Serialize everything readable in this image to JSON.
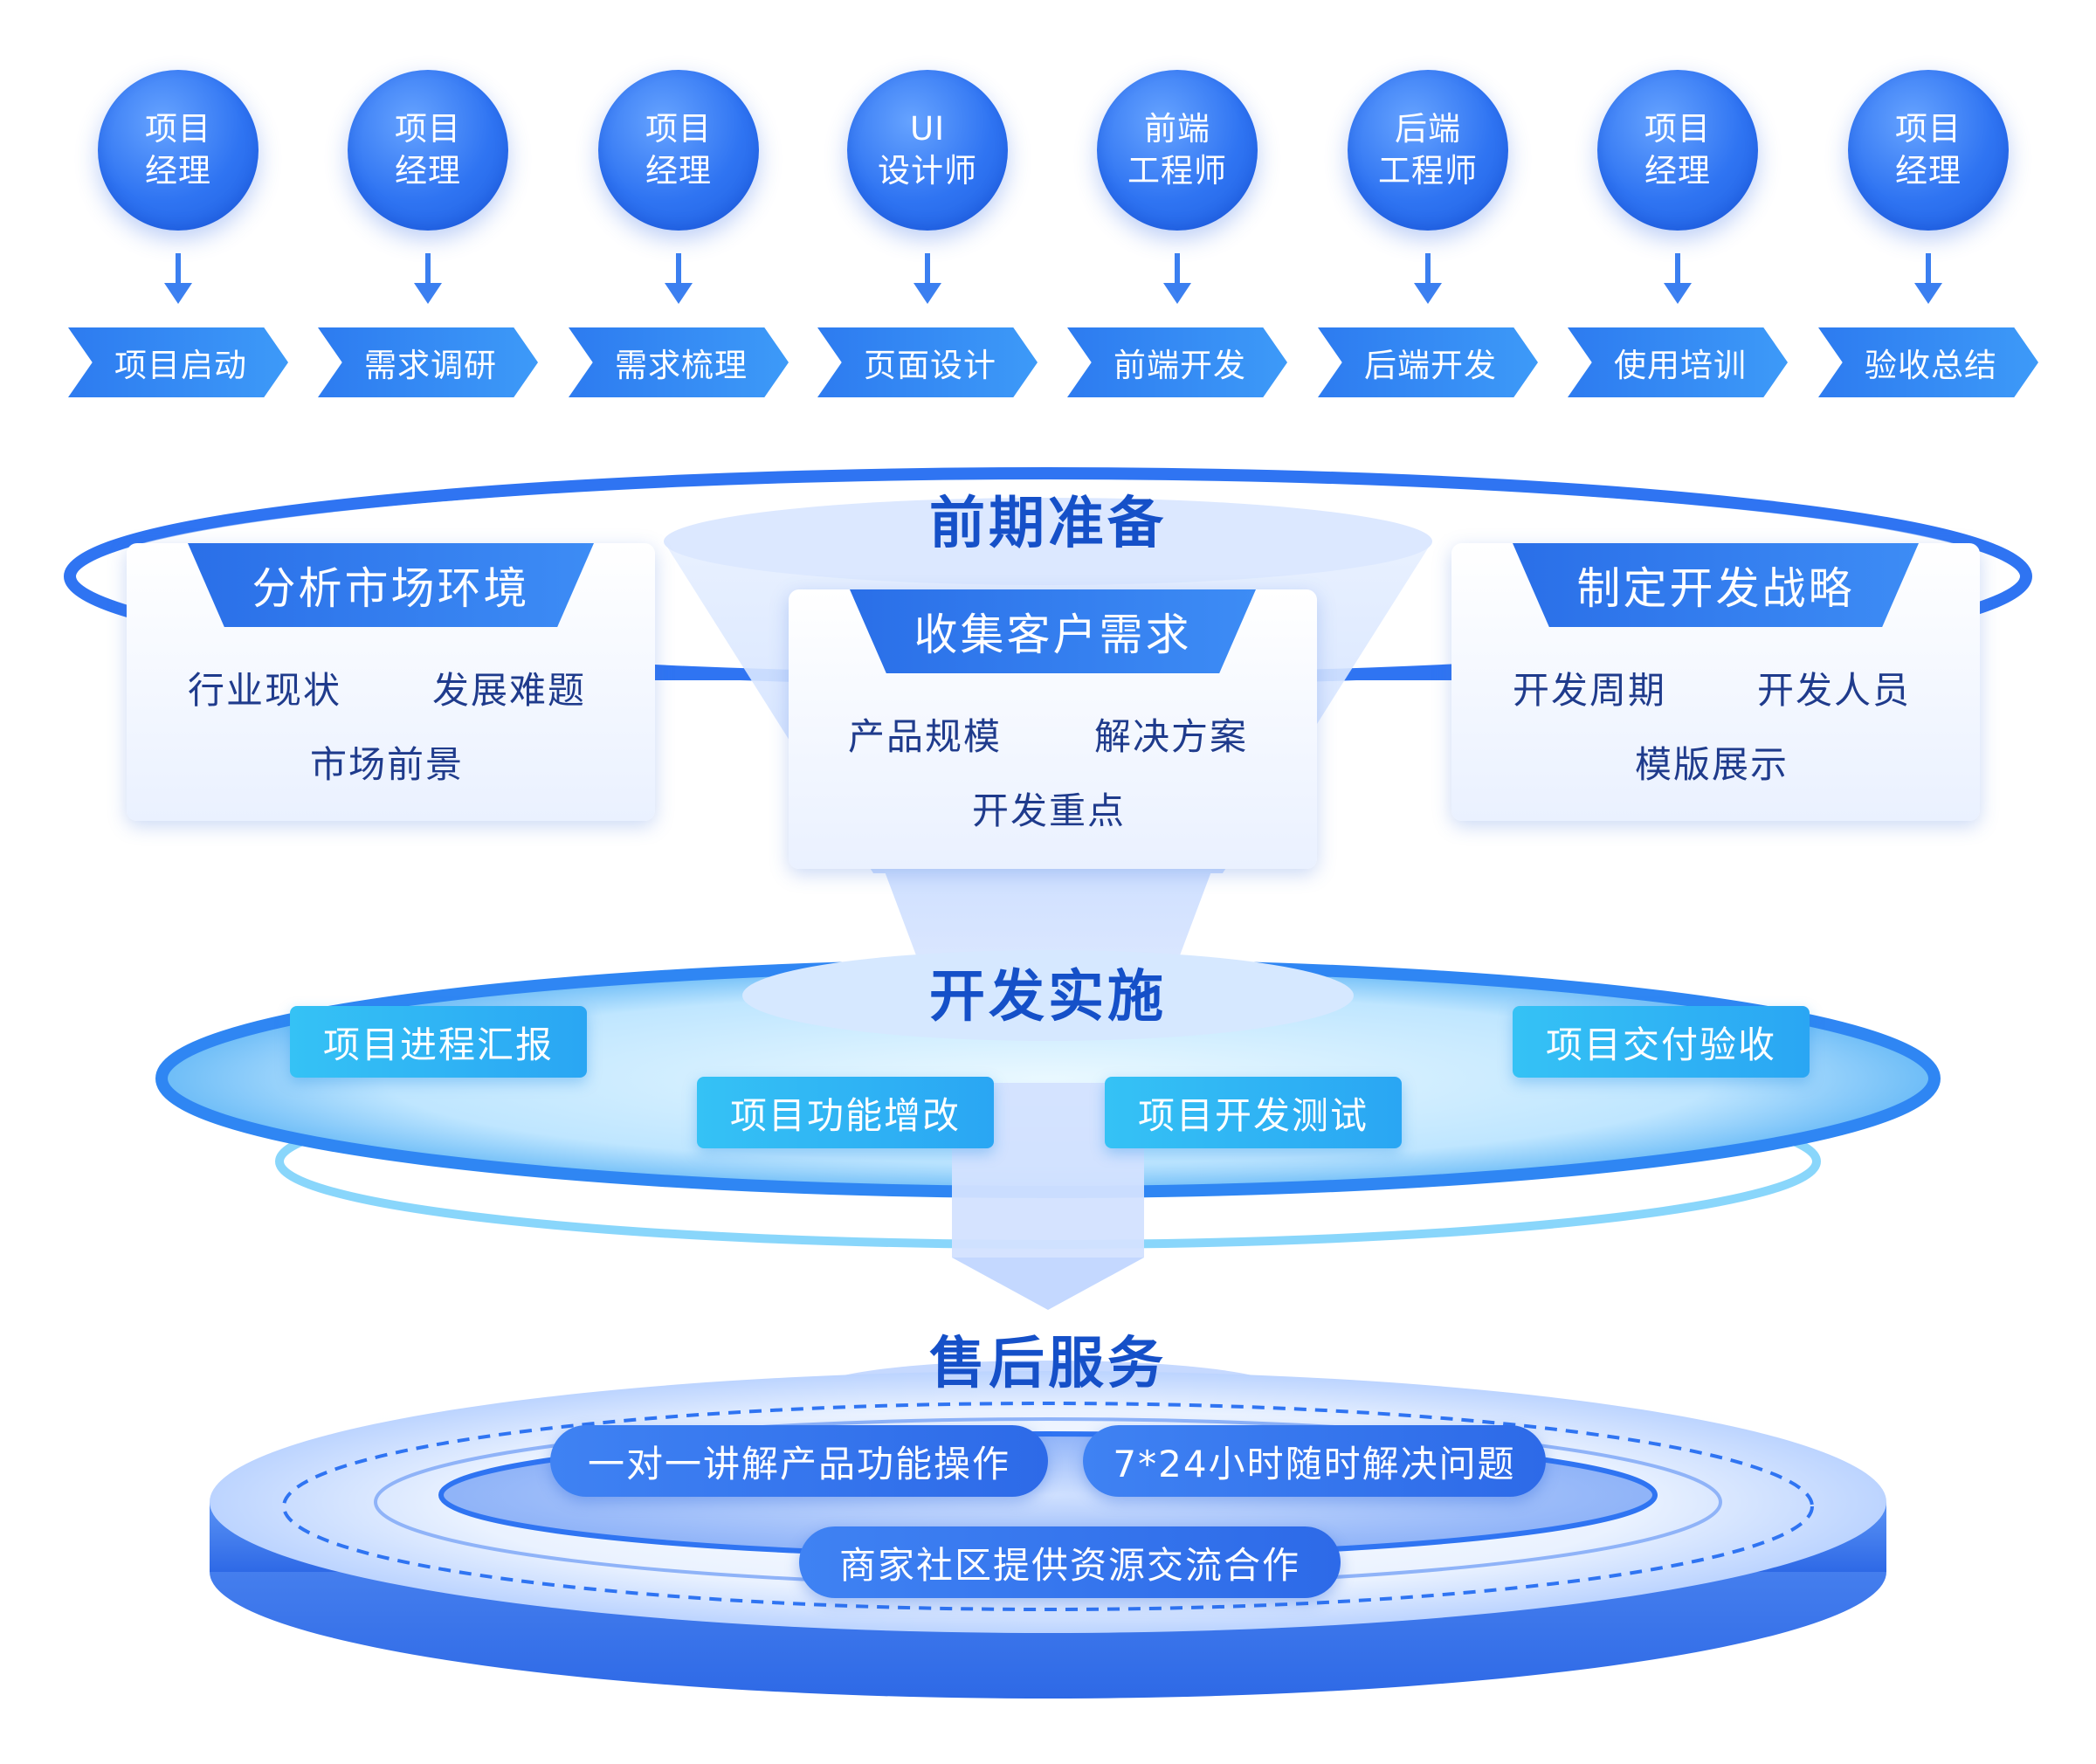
{
  "roles": [
    {
      "label": "项目\n经理"
    },
    {
      "label": "项目\n经理"
    },
    {
      "label": "项目\n经理"
    },
    {
      "label": "UI\n设计师"
    },
    {
      "label": "前端\n工程师"
    },
    {
      "label": "后端\n工程师"
    },
    {
      "label": "项目\n经理"
    },
    {
      "label": "项目\n经理"
    }
  ],
  "steps": [
    {
      "label": "项目启动"
    },
    {
      "label": "需求调研"
    },
    {
      "label": "需求梳理"
    },
    {
      "label": "页面设计"
    },
    {
      "label": "前端开发"
    },
    {
      "label": "后端开发"
    },
    {
      "label": "使用培训"
    },
    {
      "label": "验收总结"
    }
  ],
  "stage1": {
    "title": "前期准备",
    "cards": [
      {
        "title": "分析市场环境",
        "items": [
          "行业现状",
          "发展难题",
          "市场前景"
        ]
      },
      {
        "title": "收集客户需求",
        "items": [
          "产品规模",
          "解决方案",
          "开发重点"
        ]
      },
      {
        "title": "制定开发战略",
        "items": [
          "开发周期",
          "开发人员",
          "模版展示"
        ]
      }
    ]
  },
  "stage2": {
    "title": "开发实施",
    "items": [
      "项目进程汇报",
      "项目功能增改",
      "项目开发测试",
      "项目交付验收"
    ]
  },
  "stage3": {
    "title": "售后服务",
    "items": [
      "一对一讲解产品功能操作",
      "7*24小时随时解决问题",
      "商家社区提供资源交流合作"
    ]
  },
  "colors": {
    "primary": "#2f74f2",
    "heading": "#1550c8",
    "cyan": "#35c2f5",
    "text": "#1f3b8c"
  }
}
